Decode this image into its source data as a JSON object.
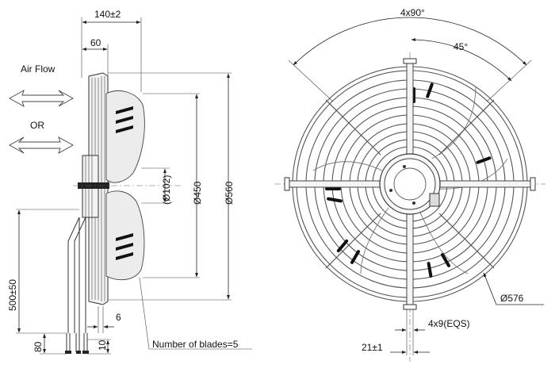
{
  "side_view": {
    "air_flow_label": "Air Flow",
    "or_label": "OR",
    "dims": {
      "overall_depth": "140±2",
      "depth_60": "60",
      "hub_dia": "(Ø102)",
      "dia_450": "Ø450",
      "dia_560": "Ø560",
      "cable_length": "500±50",
      "d80": "80",
      "d10": "10",
      "d6": "6"
    },
    "blades_note": "Number of blades=5"
  },
  "front_view": {
    "angle_4x90": "4x90°",
    "angle_45": "45°",
    "dia_576": "Ø576",
    "holes": "4x9(EQS)",
    "d21": "21±1"
  }
}
